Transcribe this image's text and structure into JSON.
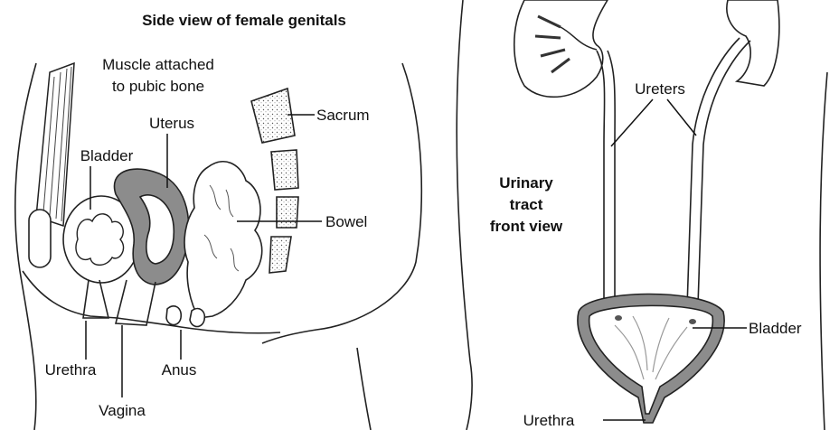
{
  "left_panel": {
    "title": "Side view of female genitals",
    "labels": {
      "muscle_line1": "Muscle attached",
      "muscle_line2": "to pubic bone",
      "uterus": "Uterus",
      "bladder": "Bladder",
      "sacrum": "Sacrum",
      "bowel": "Bowel",
      "urethra": "Urethra",
      "anus": "Anus",
      "vagina": "Vagina"
    }
  },
  "right_panel": {
    "title_line1": "Urinary",
    "title_line2": "tract",
    "title_line3": "front view",
    "labels": {
      "ureters": "Ureters",
      "bladder": "Bladder",
      "urethra": "Urethra"
    }
  },
  "colors": {
    "shade": "#8c8c8c",
    "line": "#222222"
  }
}
